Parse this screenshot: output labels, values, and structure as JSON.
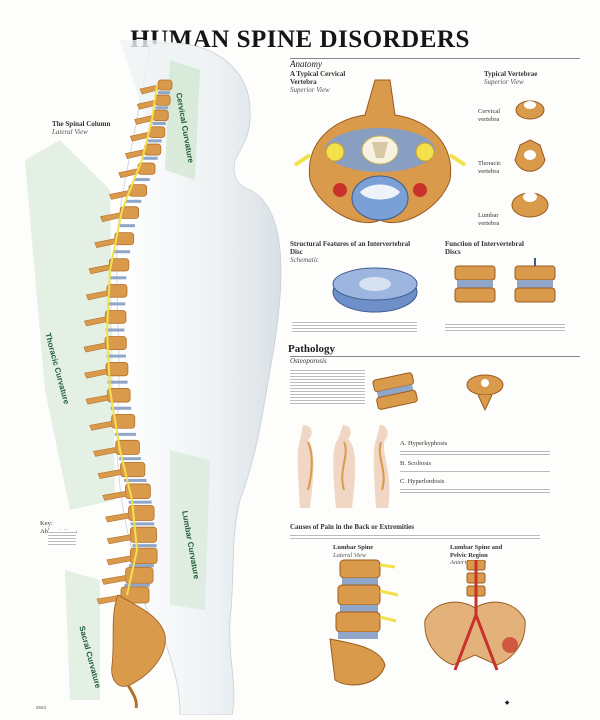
{
  "title": "HUMAN SPINE DISORDERS",
  "sections": {
    "anatomy": "Anatomy",
    "pathology": "Pathology"
  },
  "spinal_column": {
    "title": "The Spinal Column",
    "subtitle": "Lateral View",
    "curvatures": [
      "Cervical Curvature",
      "Thoracic Curvature",
      "Lumbar Curvature",
      "Sacral Curvature"
    ],
    "legend_heading": "Key: Abbreviations",
    "vertebra_count": 24
  },
  "cervical_vertebra": {
    "title": "A Typical Cervical Vertebra",
    "subtitle": "Superior View"
  },
  "typical_vertebrae": {
    "title": "Typical Vertebrae",
    "subtitle": "Superior View",
    "items": [
      "Cervical vertebra",
      "Thoracic vertebra",
      "Lumbar vertebra"
    ]
  },
  "disc_structure": {
    "title": "Structural Features of an Intervertebral Disc",
    "subtitle": "Schematic"
  },
  "disc_function": {
    "title": "Function of Intervertebral Discs"
  },
  "osteoporosis": {
    "title": "Osteoporosis"
  },
  "curvature_disorders": {
    "items": [
      {
        "letter": "A.",
        "name": "Hyperkyphosis"
      },
      {
        "letter": "B.",
        "name": "Scoliosis"
      },
      {
        "letter": "C.",
        "name": "Hyperlordosis"
      }
    ]
  },
  "causes_of_pain": {
    "title": "Causes of Pain in the Back or Extremities",
    "lumbar_spine": {
      "title": "Lumbar Spine",
      "subtitle": "Lateral View"
    },
    "lumbar_pelvic": {
      "title": "Lumbar Spine and Pelvic Region",
      "subtitle": "Anterior View"
    }
  },
  "colors": {
    "bone": "#d99a4c",
    "bone_dark": "#b5702a",
    "disc": "#8fa6c9",
    "cord": "#f2e14b",
    "skin": "#e7ecef",
    "curve_band": "#cfe5cf",
    "artery": "#c8322a"
  }
}
